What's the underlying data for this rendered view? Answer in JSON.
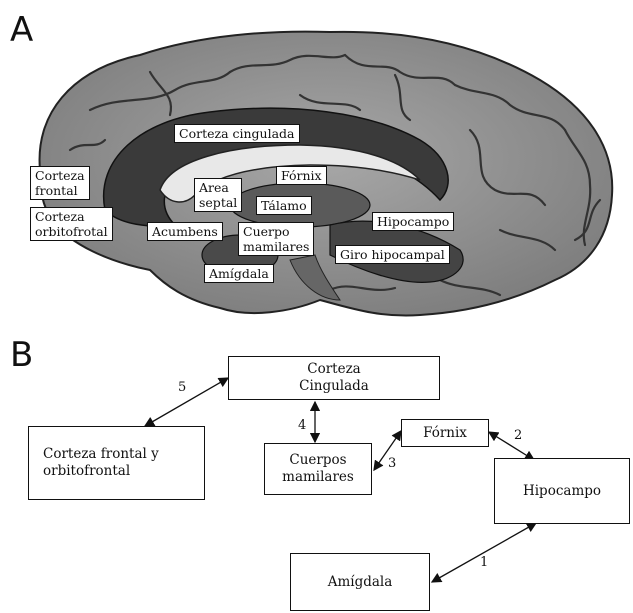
{
  "panel_a": {
    "letter": "A",
    "labels": {
      "corteza_cingulada": "Corteza cingulada",
      "corteza_frontal_1": "Corteza",
      "corteza_frontal_2": "frontal",
      "corteza_orbito_1": "Corteza",
      "corteza_orbito_2": "orbitofrotal",
      "fornix": "Fórnix",
      "area_septal_1": "Area",
      "area_septal_2": "septal",
      "talamo": "Tálamo",
      "acumbens": "Acumbens",
      "cuerpo_mamilares_1": "Cuerpo",
      "cuerpo_mamilares_2": "mamilares",
      "hipocampo": "Hipocampo",
      "giro_hipocampal": "Giro hipocampal",
      "amigdala": "Amígdala"
    }
  },
  "panel_b": {
    "letter": "B",
    "nodes": {
      "corteza_cingulada_1": "Corteza",
      "corteza_cingulada_2": "Cingulada",
      "corteza_frontal_1": "Corteza frontal y",
      "corteza_frontal_2": "orbitofrontal",
      "cuerpos_mamilares_1": "Cuerpos",
      "cuerpos_mamilares_2": "mamilares",
      "fornix": "Fórnix",
      "hipocampo": "Hipocampo",
      "amigdala": "Amígdala"
    },
    "edge_numbers": {
      "e1": "1",
      "e2": "2",
      "e3": "3",
      "e4": "4",
      "e5": "5"
    }
  }
}
